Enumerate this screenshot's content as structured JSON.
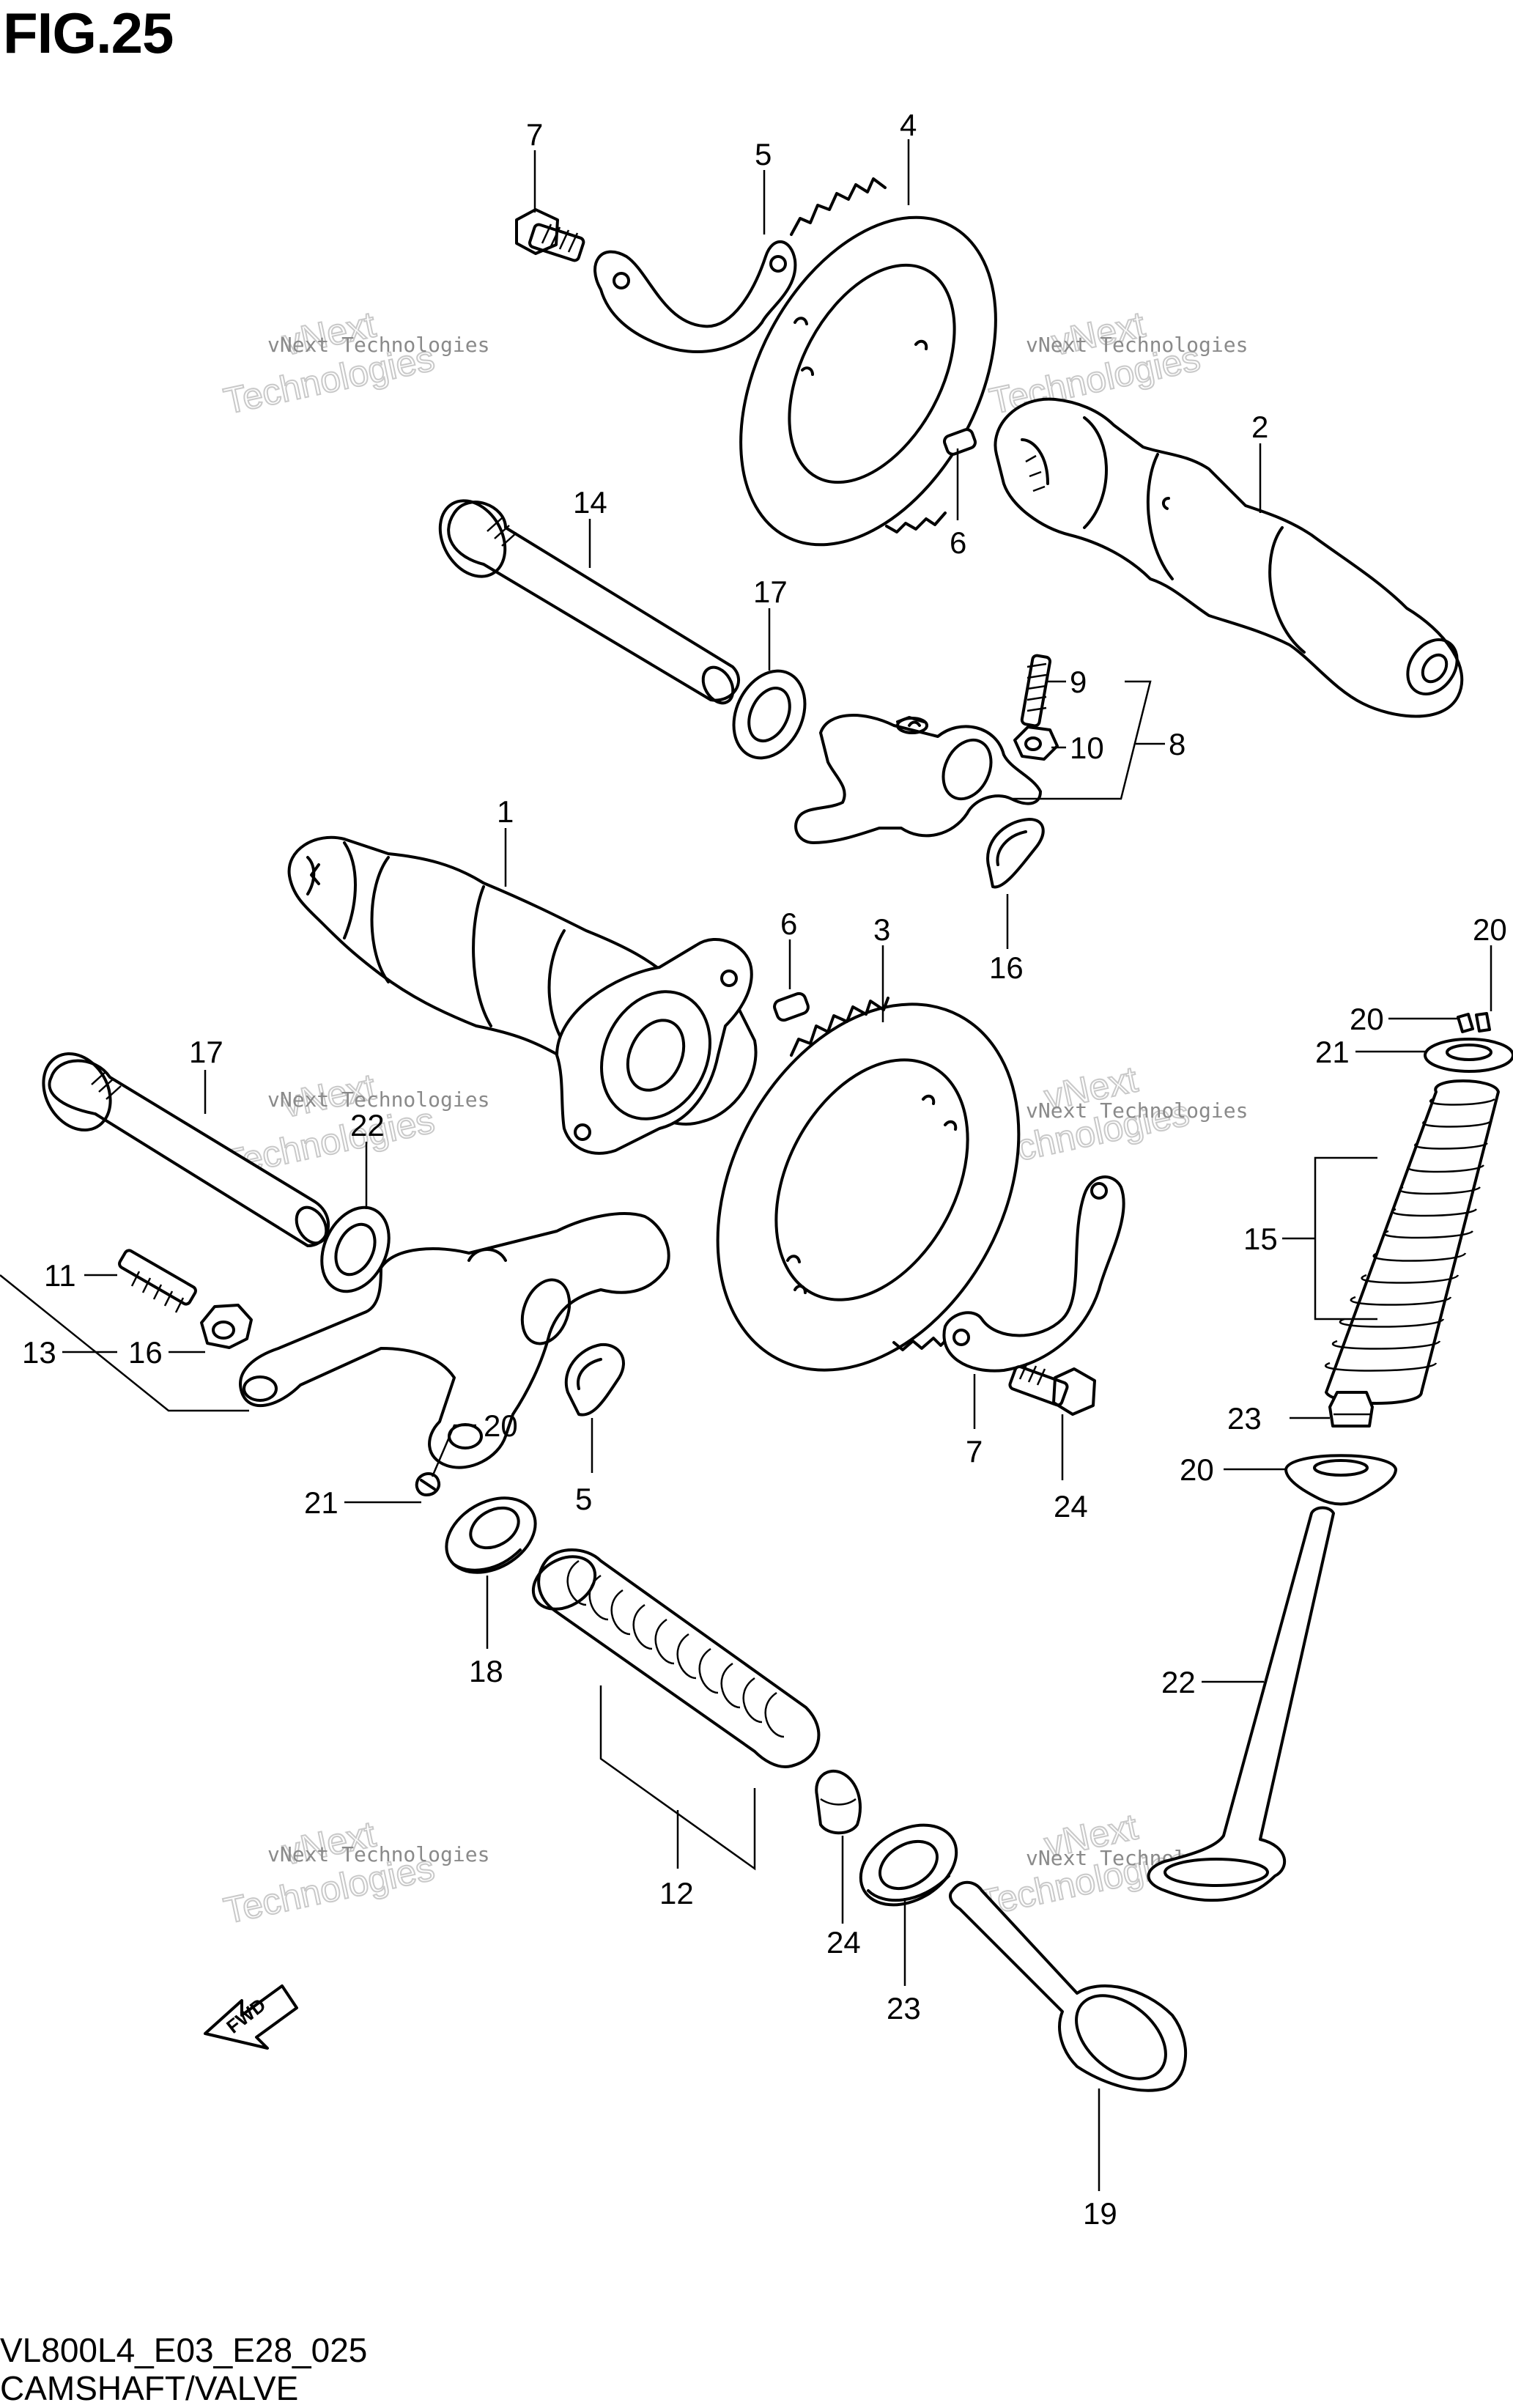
{
  "figure": {
    "title": "FIG.25",
    "code": "VL800L4_E03_E28_025",
    "caption": "CAMSHAFT/VALVE",
    "fwd_label": "FWD"
  },
  "watermark": {
    "line1": "vNext Technologies",
    "line2": "vNext",
    "line3": "Technologies"
  },
  "callouts": [
    {
      "id": "c7a",
      "label": "7"
    },
    {
      "id": "c5a",
      "label": "5"
    },
    {
      "id": "c4",
      "label": "4"
    },
    {
      "id": "c2",
      "label": "2"
    },
    {
      "id": "c6a",
      "label": "6"
    },
    {
      "id": "c14",
      "label": "14"
    },
    {
      "id": "c17a",
      "label": "17"
    },
    {
      "id": "c9",
      "label": "9"
    },
    {
      "id": "c10",
      "label": "10"
    },
    {
      "id": "c8",
      "label": "8"
    },
    {
      "id": "c16a",
      "label": "16"
    },
    {
      "id": "c1",
      "label": "1"
    },
    {
      "id": "c6b",
      "label": "6"
    },
    {
      "id": "c3",
      "label": "3"
    },
    {
      "id": "c20a",
      "label": "20"
    },
    {
      "id": "c20b",
      "label": "20"
    },
    {
      "id": "c21a",
      "label": "21"
    },
    {
      "id": "c15",
      "label": "15"
    },
    {
      "id": "c17b",
      "label": "17"
    },
    {
      "id": "c22a",
      "label": "22"
    },
    {
      "id": "c12",
      "label": "12"
    },
    {
      "id": "c11",
      "label": "11"
    },
    {
      "id": "c13",
      "label": "13"
    },
    {
      "id": "c16b",
      "label": "16"
    },
    {
      "id": "c5b",
      "label": "5"
    },
    {
      "id": "c7b",
      "label": "7"
    },
    {
      "id": "c24a",
      "label": "24"
    },
    {
      "id": "c23a",
      "label": "23"
    },
    {
      "id": "c20c",
      "label": "20"
    },
    {
      "id": "c20d",
      "label": "20"
    },
    {
      "id": "c21b",
      "label": "21"
    },
    {
      "id": "c18",
      "label": "18"
    },
    {
      "id": "c22b",
      "label": "22"
    },
    {
      "id": "c24b",
      "label": "24"
    },
    {
      "id": "c23b",
      "label": "23"
    },
    {
      "id": "c19",
      "label": "19"
    }
  ]
}
